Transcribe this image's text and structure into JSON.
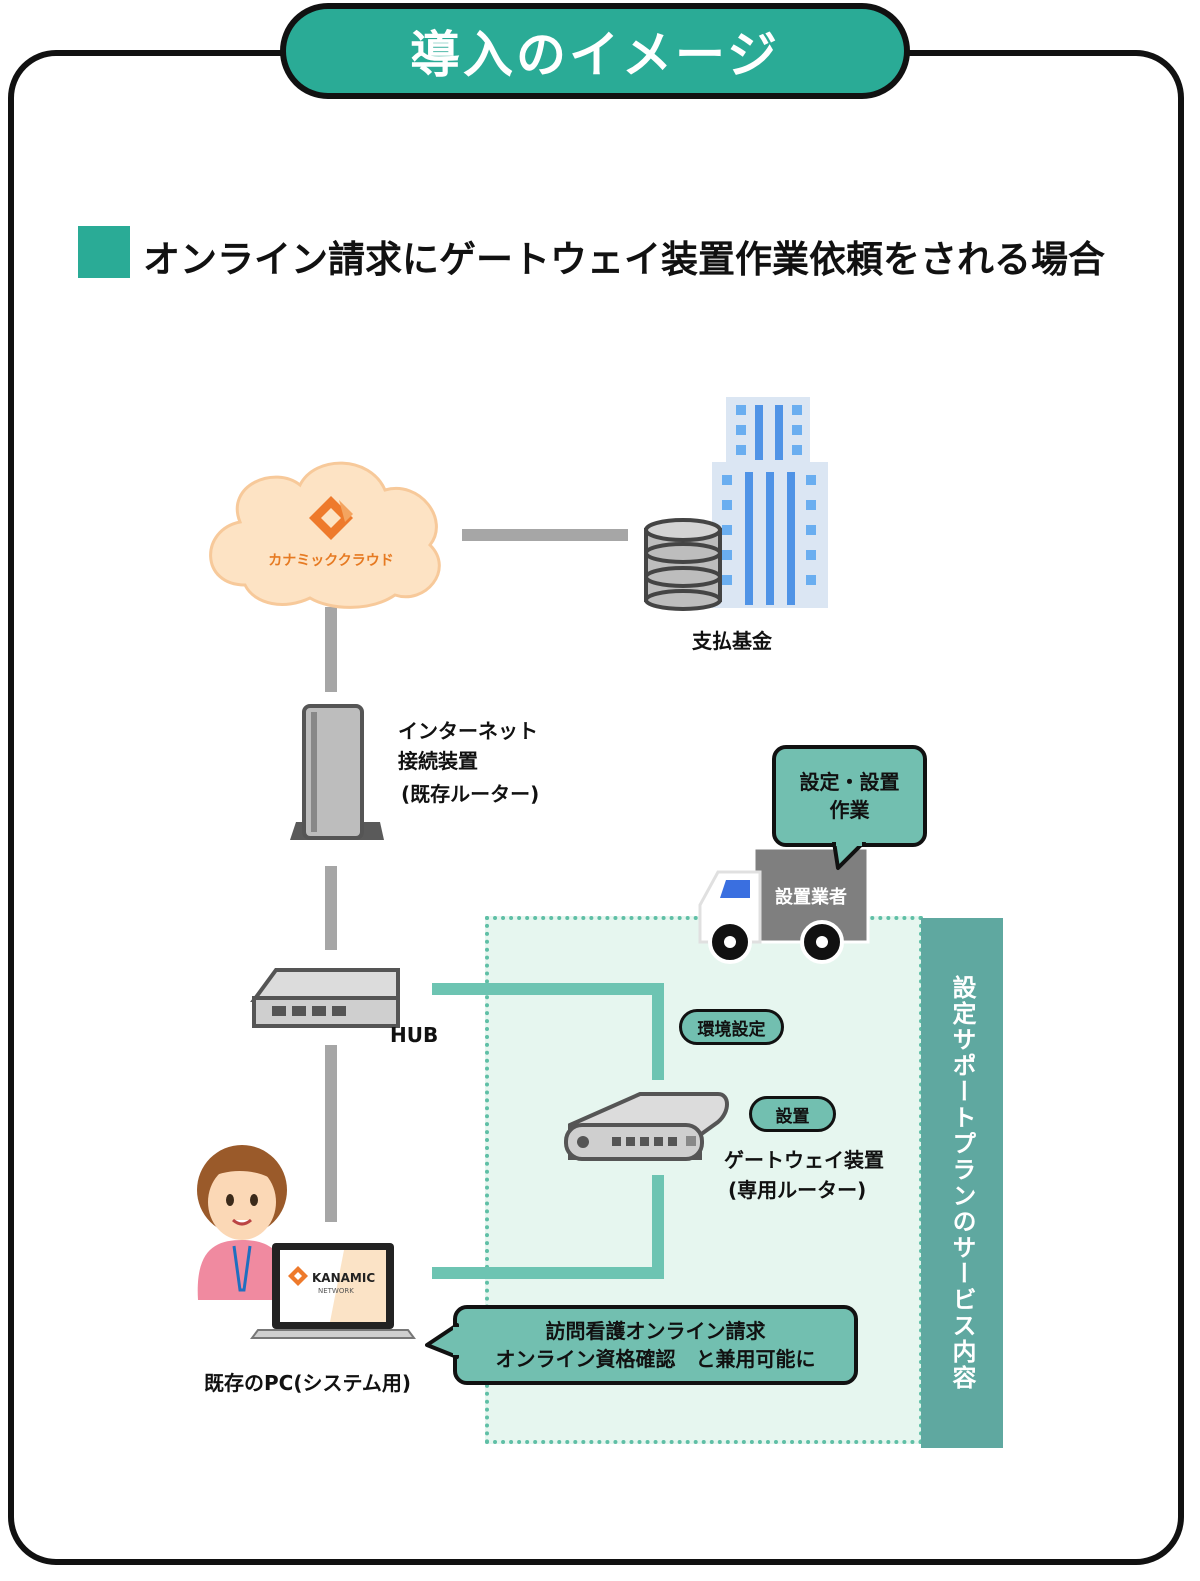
{
  "title": "導入のイメージ",
  "heading": "オンライン請求にゲートウェイ装置作業依頼をされる場合",
  "cloud": {
    "label": "カナミッククラウド"
  },
  "fund": {
    "label": "支払基金"
  },
  "router": {
    "line1": "インターネット",
    "line2": "接続装置",
    "line3": "(既存ルーター)"
  },
  "hub": {
    "label": "HUB"
  },
  "pc": {
    "label": "既存のPC(システム用)",
    "logo_line1": "KANAMIC",
    "logo_line2": "NETWORK"
  },
  "truck": {
    "label": "設置業者"
  },
  "truck_bubble": {
    "line1": "設定・設置",
    "line2": "作業"
  },
  "pill_env": "環境設定",
  "pill_install": "設置",
  "gateway": {
    "line1": "ゲートウェイ装置",
    "line2": "(専用ルーター)"
  },
  "pc_bubble": {
    "line1": "訪問看護オンライン請求",
    "line2": "オンライン資格確認　と兼用可能に"
  },
  "side_band": "設定サポートプランのサービス内容",
  "colors": {
    "teal": "#2aab96",
    "teal_light": "#72bfb0",
    "band": "#5fa8a0",
    "zone": "#e6f6ef",
    "line_grey": "#a6a6a6",
    "line_teal": "#6dc4b2"
  }
}
